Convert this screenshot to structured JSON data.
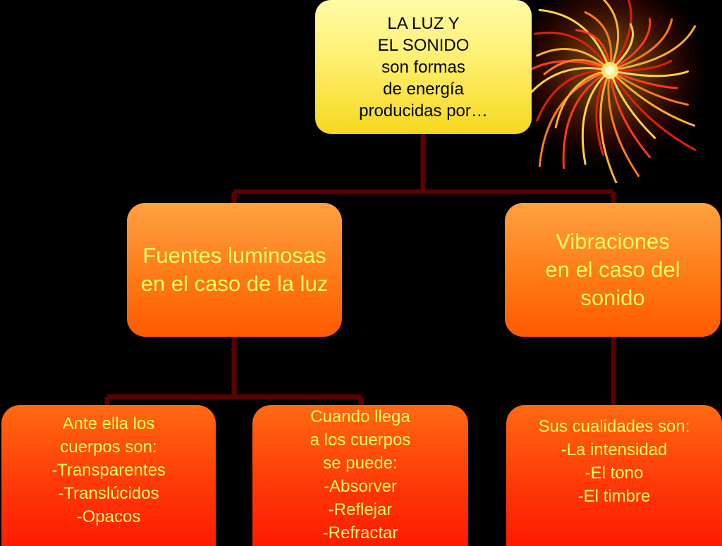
{
  "colors": {
    "background": "#000000",
    "connector": "#5c0000",
    "root_fill": "#fff176",
    "mid_fill": "#ff7a16",
    "leaf_fill": "#ff3a08",
    "child_text": "#ffff63",
    "root_text": "#000000"
  },
  "decoration": {
    "icon": "firework-icon"
  },
  "diagram": {
    "root": "LA LUZ Y\nEL SONIDO\nson formas\n de energía\nproducidas por…",
    "branches": [
      {
        "label": "Fuentes luminosas\n en el caso de la luz",
        "children": [
          "Ante ella los\ncuerpos son:\n-Transparentes\n-Translúcidos\n-Opacos",
          "Cuando llega\na los cuerpos\nse puede:\n-Absorver\n-Reflejar\n-Refractar"
        ]
      },
      {
        "label": "Vibraciones\nen el caso del\nsonido",
        "children": [
          "Sus cualidades son:\n-La intensidad\n-El tono\n-El timbre"
        ]
      }
    ]
  }
}
